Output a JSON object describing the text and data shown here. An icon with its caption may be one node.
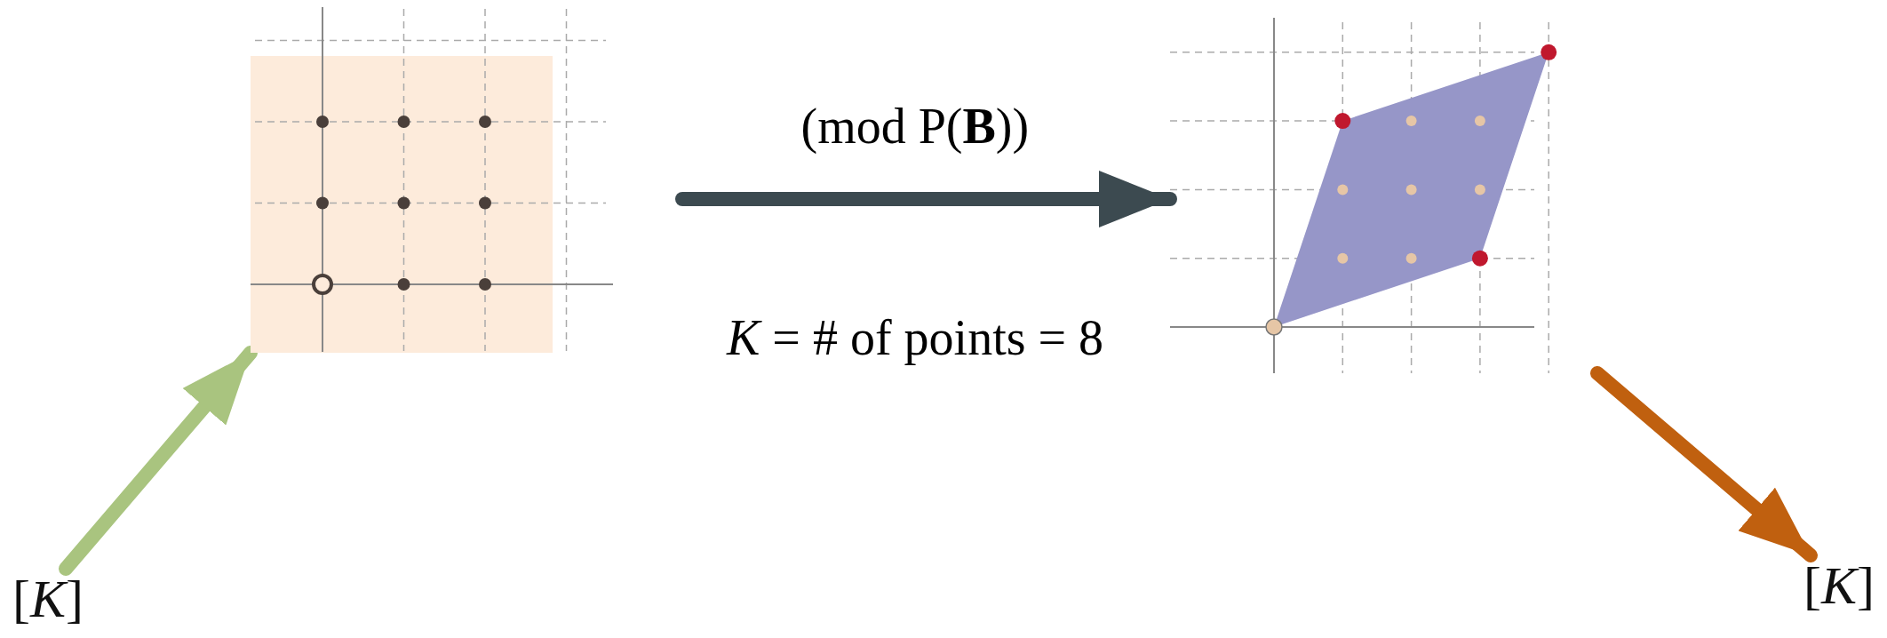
{
  "diagram": {
    "nodes": [
      {
        "text": [
          "[*K*]"
        ]
      },
      {
        "text": [],
        "shape": "picture"
      },
      {
        "text": [],
        "shape": "picture"
      },
      {
        "text": [
          "[*K*]"
        ]
      }
    ],
    "edges": [
      {
        "from": 0,
        "to": 1,
        "arrow": "to",
        "color": "#a9c47f"
      },
      {
        "from": 1,
        "to": 2,
        "arrow": "to",
        "label": "(mod  P(**B**))",
        "color": "#3c4a50"
      },
      {
        "from": 2,
        "to": 3,
        "arrow": "to",
        "color": "#c0600f"
      }
    ],
    "labels": [
      "*K* = # of points = 8"
    ]
  }
}
